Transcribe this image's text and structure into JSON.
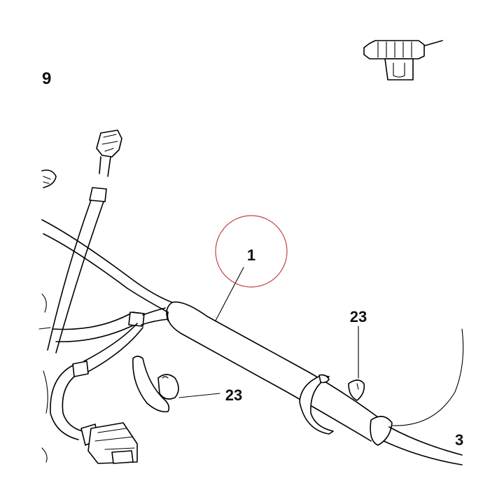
{
  "diagram": {
    "callouts": {
      "view_number": "9",
      "main_harness": "1",
      "clip_upper": "23",
      "clip_lower": "23",
      "edge_partial": "3"
    },
    "colors": {
      "line": "#000000",
      "background": "#ffffff",
      "highlight_circle": "#c0404a"
    }
  }
}
